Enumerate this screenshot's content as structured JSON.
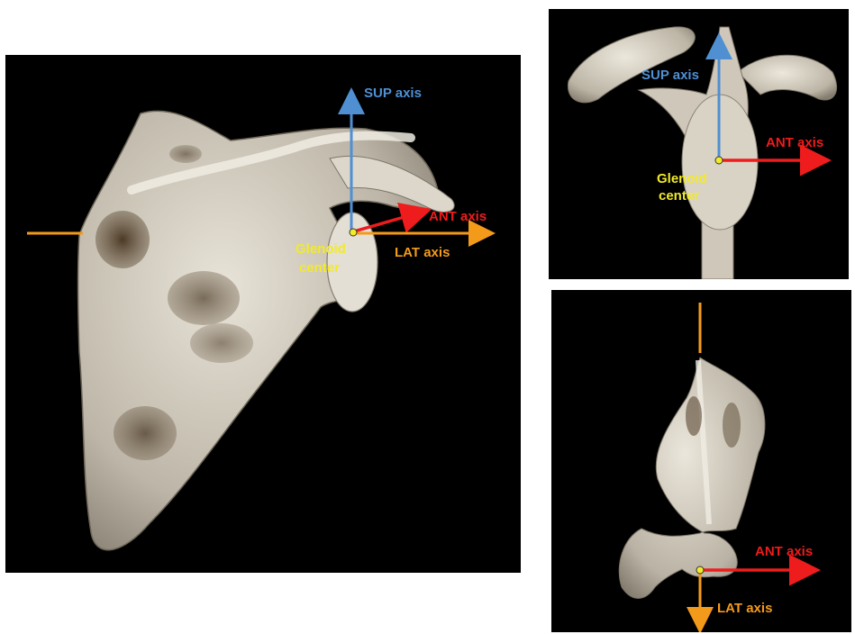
{
  "colors": {
    "sup": "#4f8fd2",
    "ant": "#ee1c1c",
    "lat": "#f49a1b",
    "center": "#f2ea2a",
    "background": "#000000",
    "bone": "#cfc9bd",
    "bone_dark": "#6b5a45"
  },
  "panels": {
    "main": {
      "sup_label": "SUP axis",
      "ant_label": "ANT axis",
      "lat_label": "LAT axis",
      "center_label_line1": "Glenoid",
      "center_label_line2": "center"
    },
    "top_right": {
      "sup_label": "SUP axis",
      "ant_label": "ANT axis",
      "center_label_line1": "Glenoid",
      "center_label_line2": "center"
    },
    "bottom_right": {
      "ant_label": "ANT axis",
      "lat_label": "LAT axis"
    }
  }
}
